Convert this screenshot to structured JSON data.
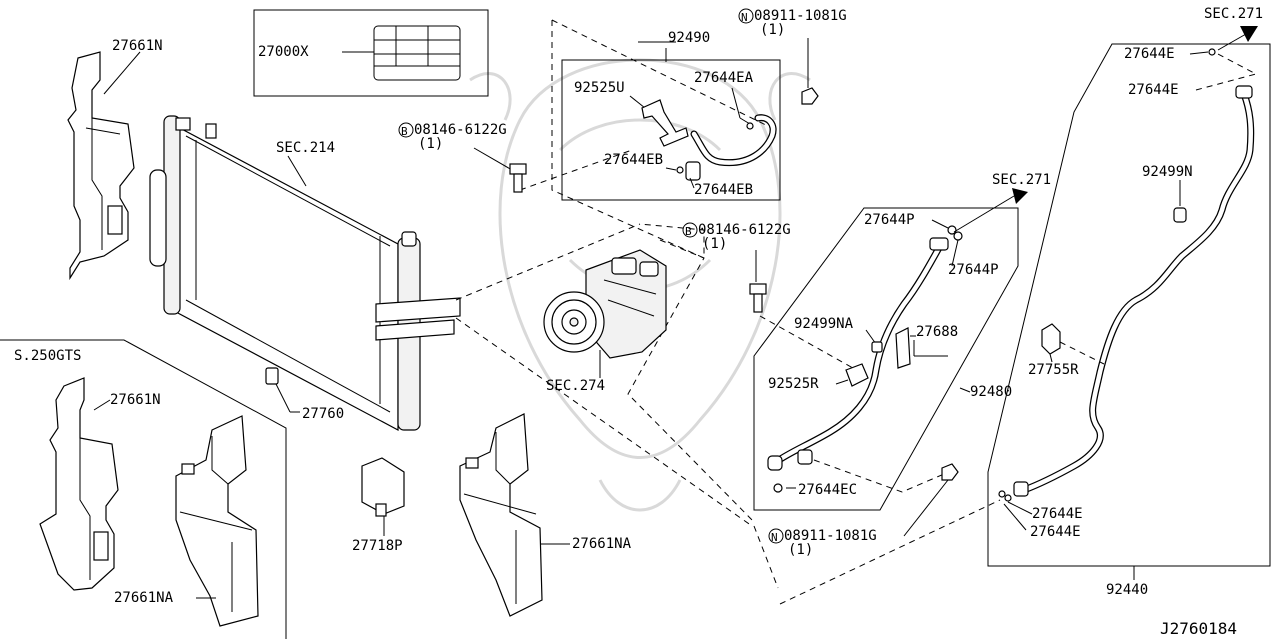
{
  "diagram_id": "J2760184",
  "labels": {
    "p27661n_top": "27661N",
    "p27000x": "27000X",
    "sec214": "SEC.214",
    "p92490": "92490",
    "n08911_top": "08911-1081G",
    "n08911_top_qty": "(1)",
    "b08146_top": "08146-6122G",
    "b08146_top_qty": "(1)",
    "p92525u": "92525U",
    "p27644ea": "27644EA",
    "p27644eb_a": "27644EB",
    "p27644eb_b": "27644EB",
    "sec271_top": "SEC.271",
    "p27644e_1": "27644E",
    "p27644e_2": "27644E",
    "p92499n": "92499N",
    "sec271_mid": "SEC.271",
    "b08146_mid": "08146-6122G",
    "b08146_mid_qty": "(1)",
    "p27644p_1": "27644P",
    "p27644p_2": "27644P",
    "p92499na": "92499NA",
    "p27688": "27688",
    "p27755r": "27755R",
    "p92525r": "92525R",
    "p92480": "92480",
    "sec274": "SEC.274",
    "p27760": "27760",
    "s250gts": "S.250GTS",
    "p27661n_bot": "27661N",
    "p27661na_left": "27661NA",
    "p27718p": "27718P",
    "p27661na_mid": "27661NA",
    "p27644ec": "27644EC",
    "n08911_bot": "08911-1081G",
    "n08911_bot_qty": "(1)",
    "p27644e_3": "27644E",
    "p27644e_4": "27644E",
    "p92440": "92440",
    "circle_n": "N",
    "circle_b": "B"
  }
}
